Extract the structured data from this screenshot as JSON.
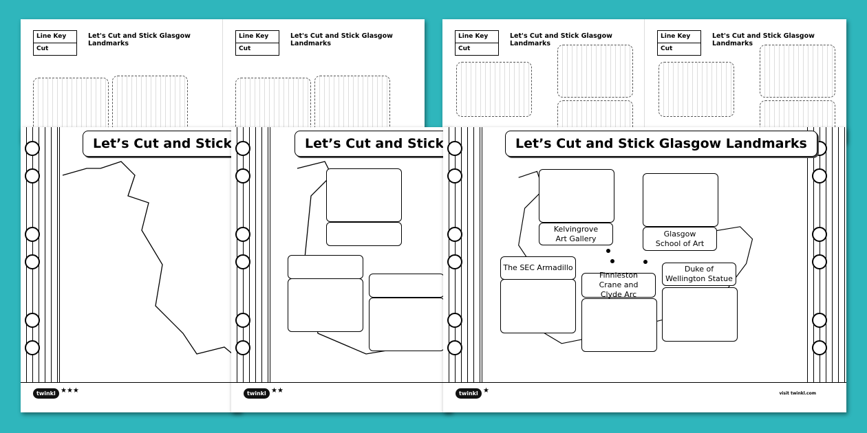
{
  "worksheet_title": "Let’s Cut and Stick Glasgow Landmarks",
  "cut_sheet": {
    "title": "Let's Cut and Stick Glasgow Landmarks",
    "line_key": "Line Key",
    "cut": "Cut"
  },
  "labels": {
    "kelvingrove": "Kelvingrove Art Gallery",
    "school_of_art": "Glasgow School of Art",
    "sec": "The SEC Armadillo",
    "finnieston": "Finnieston Crane and Clyde Arc",
    "duke": "Duke of Wellington Statue"
  },
  "footer": {
    "logo": "twinkl",
    "stars_1": "★★★",
    "stars_2": "★★",
    "stars_3": "★",
    "site": "visit twinkl.com"
  },
  "colors": {
    "background": "#2fb6bc"
  }
}
